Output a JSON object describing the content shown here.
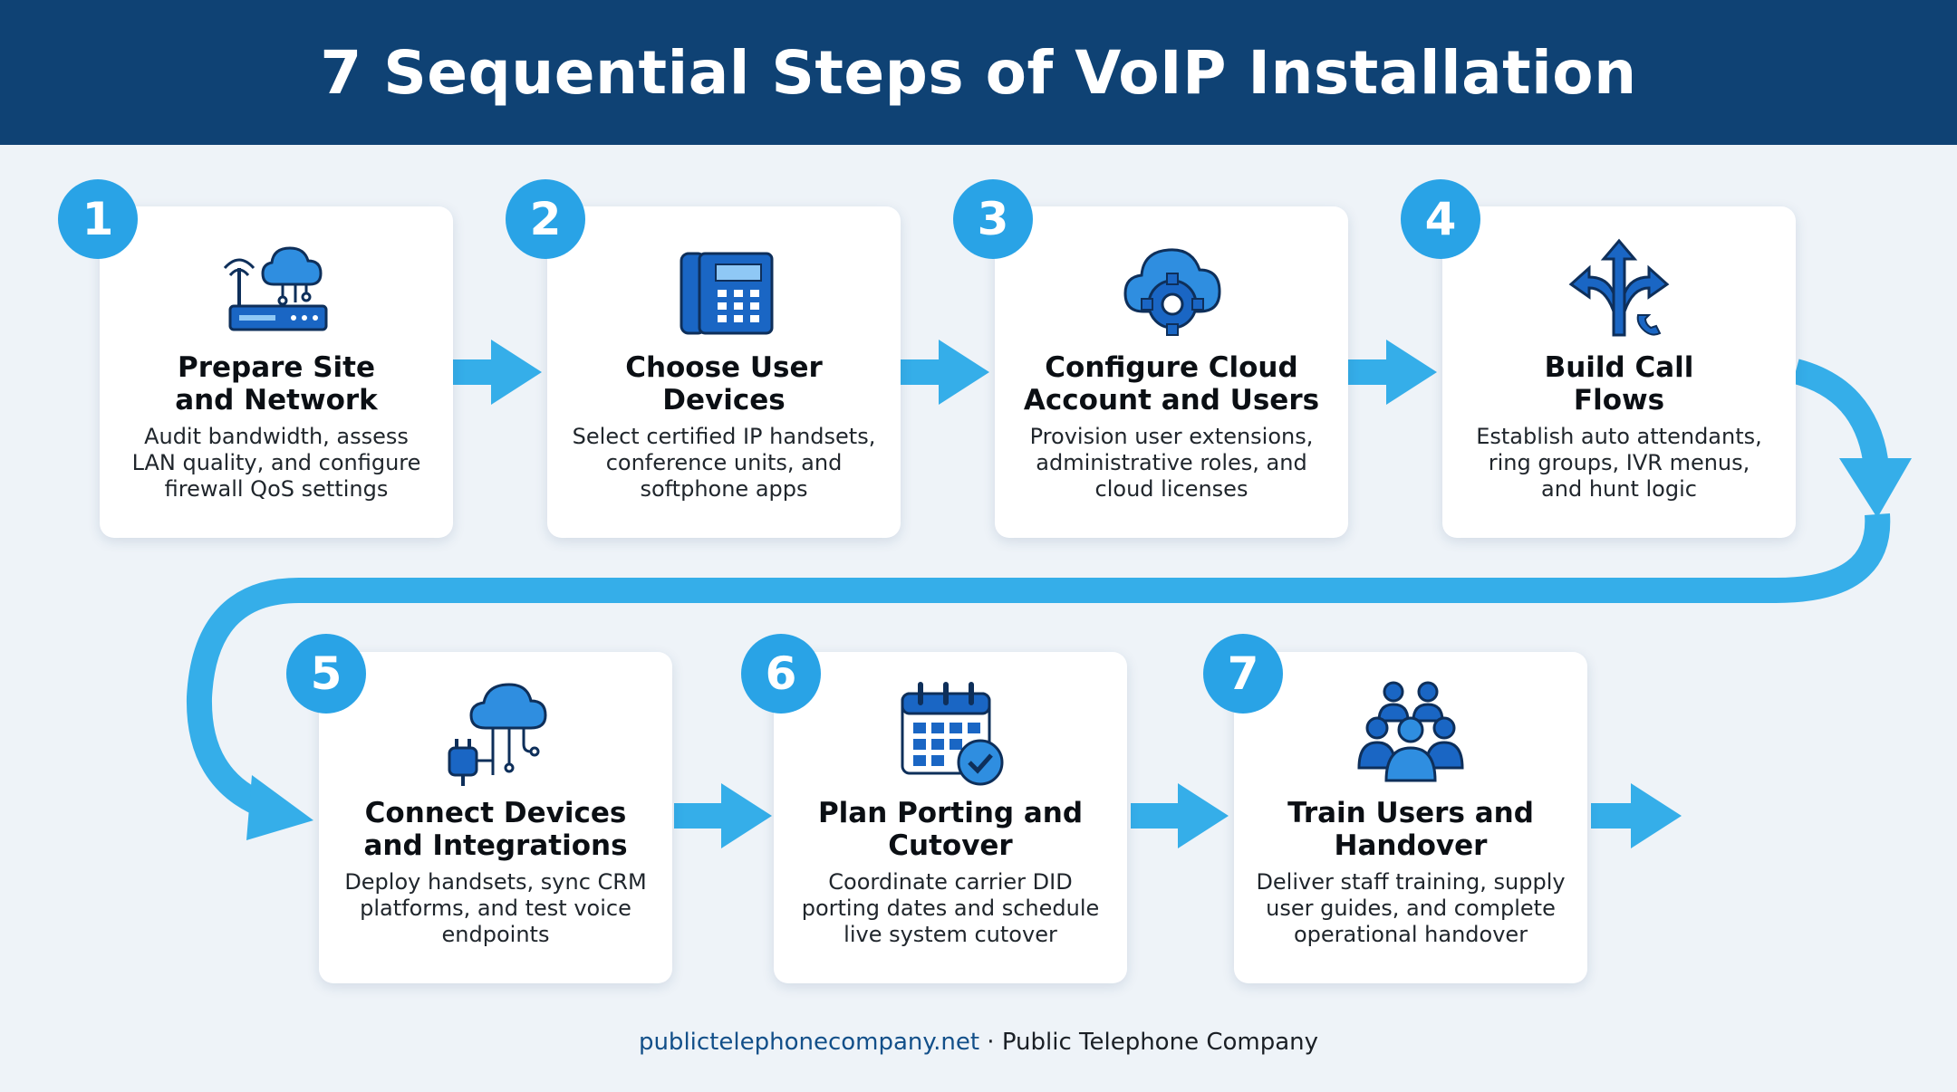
{
  "header": {
    "title": "7 Sequential Steps of VoIP Installation"
  },
  "steps": [
    {
      "number": "1",
      "title_line1": "Prepare Site",
      "title_line2": "and Network",
      "desc_line1": "Audit bandwidth, assess",
      "desc_line2": "LAN quality, and configure",
      "desc_line3": "firewall QoS settings",
      "icon": "router-cloud-icon"
    },
    {
      "number": "2",
      "title_line1": "Choose User",
      "title_line2": "Devices",
      "desc_line1": "Select certified IP handsets,",
      "desc_line2": "conference units, and",
      "desc_line3": "softphone apps",
      "icon": "desk-phone-icon"
    },
    {
      "number": "3",
      "title_line1": "Configure Cloud",
      "title_line2": "Account and Users",
      "desc_line1": "Provision user extensions,",
      "desc_line2": "administrative roles, and",
      "desc_line3": "cloud licenses",
      "icon": "cloud-gear-icon"
    },
    {
      "number": "4",
      "title_line1": "Build Call",
      "title_line2": "Flows",
      "desc_line1": "Establish auto attendants,",
      "desc_line2": "ring groups, IVR menus,",
      "desc_line3": "and hunt logic",
      "icon": "call-routing-arrows-icon"
    },
    {
      "number": "5",
      "title_line1": "Connect Devices",
      "title_line2": "and Integrations",
      "desc_line1": "Deploy handsets, sync CRM",
      "desc_line2": "platforms, and test voice",
      "desc_line3": "endpoints",
      "icon": "cloud-plug-icon"
    },
    {
      "number": "6",
      "title_line1": "Plan Porting and",
      "title_line2": "Cutover",
      "desc_line1": "Coordinate carrier DID",
      "desc_line2": "porting dates and schedule",
      "desc_line3": "live system cutover",
      "icon": "calendar-check-icon"
    },
    {
      "number": "7",
      "title_line1": "Train Users and",
      "title_line2": "Handover",
      "desc_line1": "Deliver staff training, supply",
      "desc_line2": "user guides, and complete",
      "desc_line3": "operational handover",
      "icon": "user-group-icon"
    }
  ],
  "footer": {
    "url": "publictelephonecompany.net",
    "separator": " · ",
    "company": "Public Telephone Company"
  },
  "colors": {
    "header_bg": "#0f4274",
    "accent": "#29a3e6",
    "icon_blue": "#1a66c4",
    "background": "#eef3f8"
  }
}
